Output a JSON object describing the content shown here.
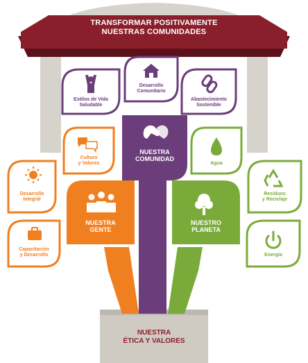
{
  "banner": {
    "line1": "TRANSFORMAR POSITIVAMENTE",
    "line2": "NUESTRAS COMUNIDADES"
  },
  "base": {
    "line1": "NUESTRA",
    "line2": "ÉTICA Y VALORES"
  },
  "colors": {
    "maroon": "#8a1f2c",
    "purple": "#6b3d7a",
    "orange": "#f07f20",
    "green": "#7aab3a",
    "gray": "#c9c6be"
  },
  "main": {
    "comunidad": {
      "line1": "NUESTRA",
      "line2": "COMUNIDAD",
      "icon": "hands-icon"
    },
    "gente": {
      "line1": "NUESTRA",
      "line2": "GENTE",
      "icon": "people-icon"
    },
    "planeta": {
      "line1": "NUESTRO",
      "line2": "PLANETA",
      "icon": "tree-icon"
    }
  },
  "leaves": {
    "estilos": {
      "line1": "Estilos de Vida",
      "line2": "Saludable",
      "icon": "person-raised-arms-icon"
    },
    "desarrollo_com": {
      "line1": "Desarrollo",
      "line2": "Comunitario",
      "icon": "house-icon"
    },
    "abastecimiento": {
      "line1": "Abastecimiento",
      "line2": "Sostenible",
      "icon": "chain-link-icon"
    },
    "cultura": {
      "line1": "Cultura",
      "line2": "y Valores",
      "icon": "chat-bubbles-icon"
    },
    "agua": {
      "line1": "Agua",
      "icon": "water-drop-icon"
    },
    "desarrollo_int": {
      "line1": "Desarrollo",
      "line2": "Integral",
      "icon": "sun-icon"
    },
    "capacitacion": {
      "line1": "Capacitación",
      "line2": "y Desarrollo",
      "icon": "briefcase-icon"
    },
    "residuos": {
      "line1": "Residuos",
      "line2": "y Reciclaje",
      "icon": "recycle-icon"
    },
    "energia": {
      "line1": "Energía",
      "icon": "power-icon"
    }
  }
}
